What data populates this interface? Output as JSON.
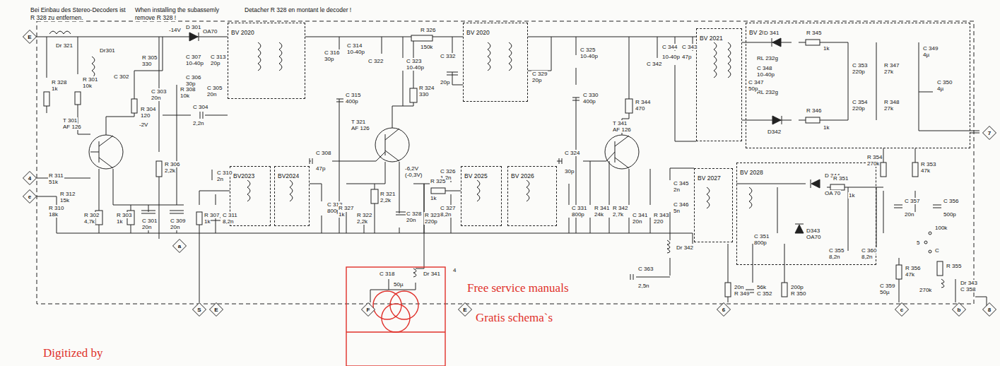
{
  "diagram": {
    "nodes": [
      {
        "text": [
          "E"
        ]
      },
      {
        "text": [
          "BV 2020"
        ]
      },
      {
        "text": [
          "BV 2020"
        ]
      },
      {
        "text": [
          "BV 2021"
        ]
      },
      {
        "text": [
          "BV 2022"
        ]
      },
      {
        "text": [
          "7"
        ]
      },
      {
        "text": [
          "4"
        ]
      },
      {
        "text": [
          "e"
        ]
      },
      {
        "text": [
          "BV2023"
        ]
      },
      {
        "text": [
          "BV2024"
        ]
      },
      {
        "text": [
          "BV 2025"
        ]
      },
      {
        "text": [
          "BV 2026"
        ]
      },
      {
        "text": [
          "BV 2027"
        ]
      },
      {
        "text": [
          "BV 2028"
        ]
      },
      {
        "text": [
          "a"
        ]
      },
      {
        "text": [
          "S"
        ]
      },
      {
        "text": [
          "E"
        ]
      },
      {
        "text": [
          "F"
        ]
      },
      {
        "text": [
          "E"
        ]
      },
      {
        "text": [
          "6"
        ]
      },
      {
        "text": [
          "c"
        ]
      },
      {
        "text": [
          "b"
        ]
      },
      {
        "text": [
          "8"
        ]
      }
    ],
    "edges": [
      {
        "from": 4,
        "to": 5,
        "arrow": "none"
      }
    ],
    "labels": [
      "Bei Einbau des Stereo-Decoders ist",
      "R 328 zu entfernen.",
      "When installing the subassemly",
      "remove R 328 !",
      "Detacher R 328 en montant le decoder !",
      "Dr 321",
      "R 328",
      "1k",
      "R 301",
      "10k",
      "C 302",
      "Dr301",
      "R 305",
      "330",
      "-14V",
      "D 301",
      "OA70",
      "R 308",
      "10k",
      "C 307",
      "10-40p",
      "C 306",
      "30p",
      "C 313",
      "20p",
      "C 305",
      "20n",
      "C 303",
      "20n",
      "C 304",
      "2,2n",
      "R 304",
      "120",
      "T 301",
      "AF 126",
      "-2V",
      "R 311",
      "51k",
      "R 312",
      "15k",
      "R 310",
      "18k",
      "R 302",
      "4,7k",
      "R 303",
      "1k",
      "C 301",
      "20n",
      "R 306",
      "2,2k",
      "C 309",
      "20n",
      "R 307",
      "1k",
      "C 310",
      "2n",
      "C 311",
      "8,2n",
      "C 308",
      "47p",
      "C 312",
      "800p",
      "T 321",
      "AF 126",
      "-6,2V",
      "(-0,3V)",
      "R 321",
      "2,2k",
      "R 327",
      "1k",
      "R 322",
      "2,2k",
      "C 328",
      "20n",
      "R 323",
      "220p",
      "R 324",
      "330",
      "Dr 341",
      "C 318",
      "50µ",
      "R 326",
      "150k",
      "C 316",
      "30p",
      "C 314",
      "10-40p",
      "C 315",
      "400p",
      "C 322",
      "C 323",
      "10-40p",
      "C 332",
      "20p",
      "C 329",
      "20p",
      "C 325",
      "10-40p",
      "C 330",
      "400p",
      "C 326",
      "1,2n",
      "C 327",
      "8,2n",
      "R 325",
      "1k",
      "C 324",
      "30p",
      "C 331",
      "800p",
      "R 341",
      "24k",
      "R 342",
      "2,7k",
      "T 341",
      "AF 126",
      "R 344",
      "470",
      "C 342",
      "C 344",
      "10-40p",
      "C 343",
      "47p",
      "C 341",
      "20n",
      "R 343",
      "220",
      "C 345",
      "2n",
      "C 346",
      "5n",
      "Dr 342",
      "C 363",
      "2,5n",
      "D 341",
      "RL 232g",
      "C 348",
      "10-40p",
      "RL 232g",
      "D342",
      "C 347",
      "50p",
      "R 345",
      "1k",
      "R 346",
      "1k",
      "C 353",
      "220p",
      "C 354",
      "220p",
      "R 347",
      "27k",
      "R 348",
      "27k",
      "C 349",
      "4µ",
      "C 350",
      "4µ",
      "R 354",
      "270k",
      "R 353",
      "47k",
      "C 357",
      "20n",
      "C 356",
      "500p",
      "D 344",
      "OA 70",
      "R 351",
      "1k",
      "C 351",
      "800p",
      "D343",
      "OA70",
      "C 355",
      "8,2n",
      "C 360",
      "8,2n",
      "R 356",
      "47k",
      "C 359",
      "50µ",
      "R 355",
      "270k",
      "Dr 343",
      "C 358",
      "20n",
      "R 349",
      "56k",
      "C 352",
      "200p",
      "R 350",
      "100k",
      "5",
      "C",
      "4",
      "Free service manuals",
      "Gratis schema`s",
      "Digitized by"
    ]
  }
}
